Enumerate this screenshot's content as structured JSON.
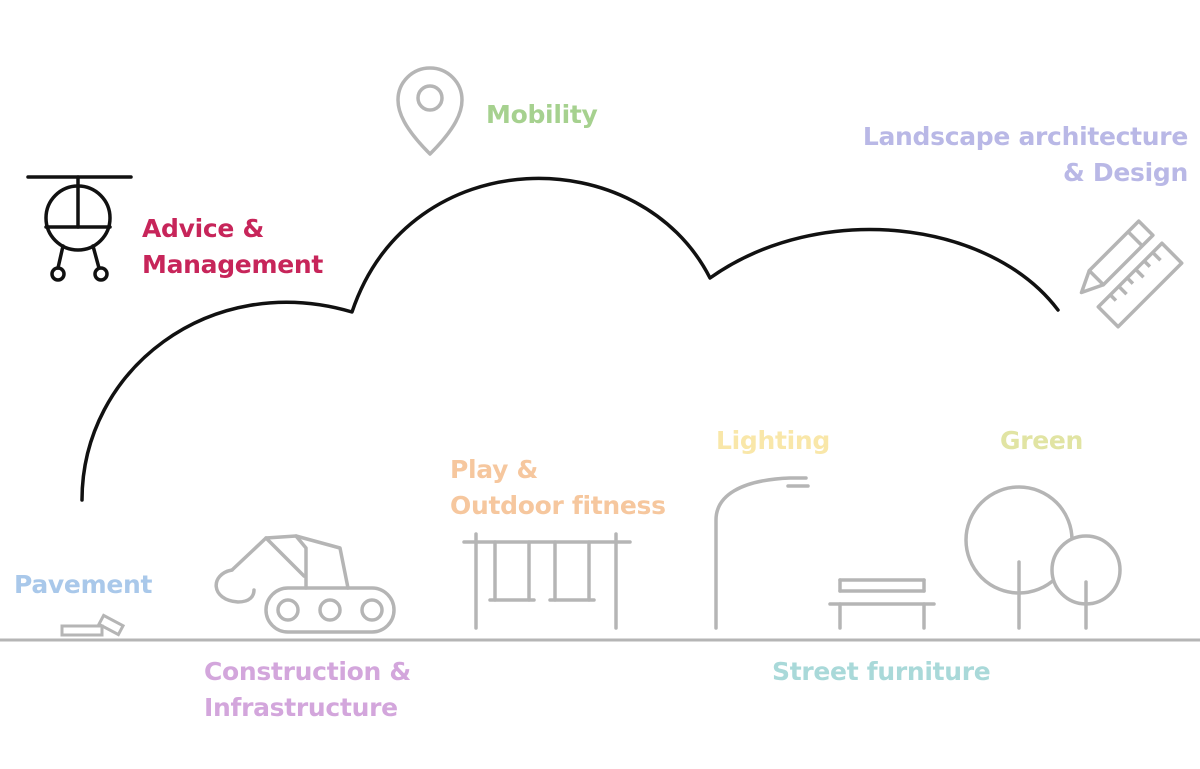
{
  "colors": {
    "advice": "#c7255a",
    "mobility": "#a6d18f",
    "landscape": "#b9b8e6",
    "pavement": "#a9c8ea",
    "construction": "#d3a6dc",
    "play": "#f6c79e",
    "lighting": "#f9e7a9",
    "green": "#e1e4a3",
    "street": "#a9d9d9",
    "icon_gray": "#b5b5b5",
    "outline": "#111111"
  },
  "labels": {
    "advice": [
      "Advice &",
      "Management"
    ],
    "mobility": [
      "Mobility"
    ],
    "landscape": [
      "Landscape architecture",
      "& Design"
    ],
    "pavement": [
      "Pavement"
    ],
    "construction": [
      "Construction &",
      "Infrastructure"
    ],
    "play": [
      "Play &",
      "Outdoor fitness"
    ],
    "lighting": [
      "Lighting"
    ],
    "green": [
      "Green"
    ],
    "street": [
      "Street furniture"
    ]
  },
  "icons": {
    "advice": "helicopter-icon",
    "mobility": "map-pin-icon",
    "landscape": "pencil-ruler-icon",
    "pavement": "paving-stones-icon",
    "construction": "excavator-icon",
    "play": "swing-set-icon",
    "lighting": "street-lamp-icon",
    "green": "trees-icon",
    "street": "bench-icon"
  }
}
